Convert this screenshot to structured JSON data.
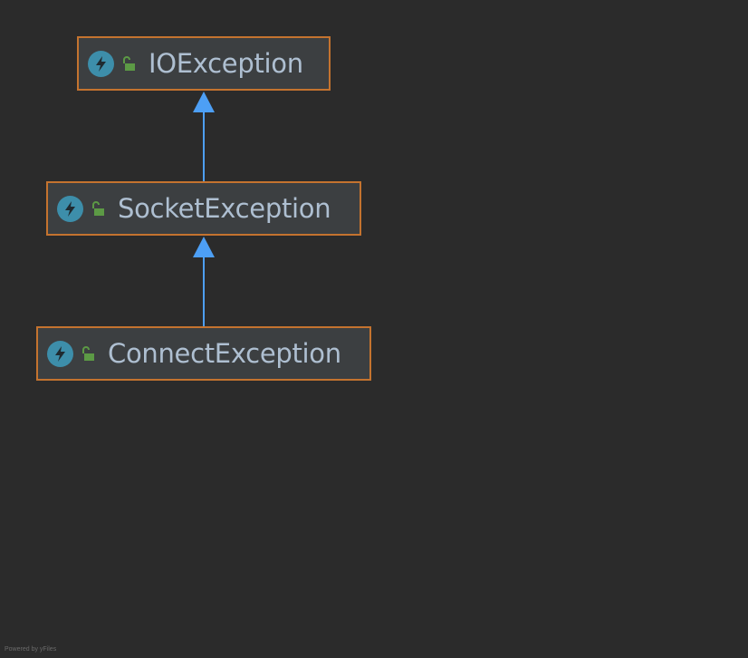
{
  "diagram": {
    "nodes": [
      {
        "id": "io",
        "label": "IOException",
        "icon": "exception-class-icon",
        "modifier": "public-unlocked-icon"
      },
      {
        "id": "socket",
        "label": "SocketException",
        "icon": "exception-class-icon",
        "modifier": "public-unlocked-icon"
      },
      {
        "id": "connect",
        "label": "ConnectException",
        "icon": "exception-class-icon",
        "modifier": "public-unlocked-icon"
      }
    ],
    "edges": [
      {
        "from": "socket",
        "to": "io",
        "type": "extends"
      },
      {
        "from": "connect",
        "to": "socket",
        "type": "extends"
      }
    ],
    "colors": {
      "background": "#2b2b2b",
      "node_fill": "#3c3f41",
      "node_border": "#c4732f",
      "label": "#aebfd1",
      "arrow": "#4d9ff5",
      "class_icon": "#3d8eaa",
      "lock_icon": "#5c9a45"
    }
  },
  "footer": {
    "text": "Powered by yFiles"
  }
}
